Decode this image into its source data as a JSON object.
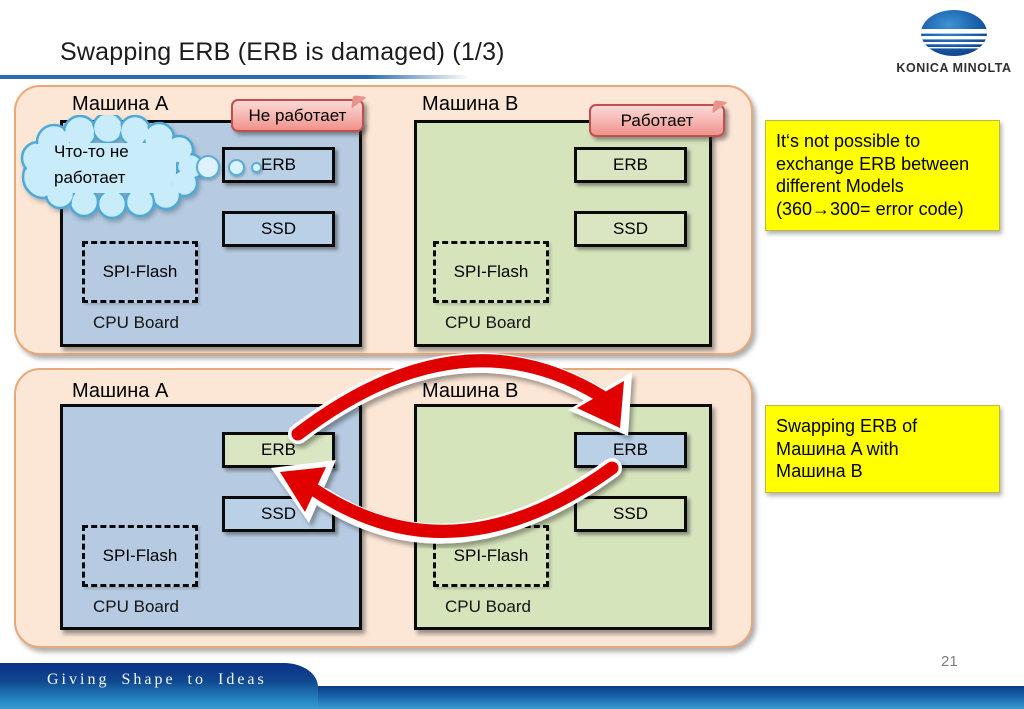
{
  "slide": {
    "title": "Swapping ERB (ERB is damaged) (1/3)",
    "page_number": "21",
    "footer_tagline": "Giving Shape to Ideas",
    "logo_text": "KONICA MINOLTA"
  },
  "colors": {
    "panel_bg": "#fce6d5",
    "panel_border": "#e9a878",
    "board_blue": "#b6cbe2",
    "board_green": "#d6e4bc",
    "status_pink_border": "#c0504d",
    "note_yellow": "#ffff00",
    "arrow_red": "#e10000",
    "footer_blue_dark": "#0c2f86",
    "footer_blue_light": "#3d9cd2",
    "title_rule_blue": "#2b6cb0",
    "cloud_blue": "#c9ecfa"
  },
  "panels": [
    {
      "name": "before-swap",
      "cloud_lines": [
        "Что-то не",
        "работает"
      ],
      "machines": [
        {
          "name": "Машина A",
          "status": "Не работает",
          "erb": "ERB",
          "ssd": "SSD",
          "spi": "SPI-Flash",
          "board_label": "CPU Board"
        },
        {
          "name": "Машина B",
          "status": "Работает",
          "erb": "ERB",
          "ssd": "SSD",
          "spi": "SPI-Flash",
          "board_label": "CPU Board"
        }
      ],
      "note_lines": [
        "It‘s not possible to",
        "exchange ERB between",
        "different Models",
        "(360→300= error code)"
      ]
    },
    {
      "name": "after-swap",
      "machines": [
        {
          "name": "Машина A",
          "erb": "ERB",
          "ssd": "SSD",
          "spi": "SPI-Flash",
          "board_label": "CPU Board"
        },
        {
          "name": "Машина B",
          "erb": "ERB",
          "ssd": "SSD",
          "spi": "SPI-Flash",
          "board_label": "CPU Board"
        }
      ],
      "note_lines": [
        "Swapping ERB of",
        "Машина A with",
        "Машина B"
      ]
    }
  ]
}
